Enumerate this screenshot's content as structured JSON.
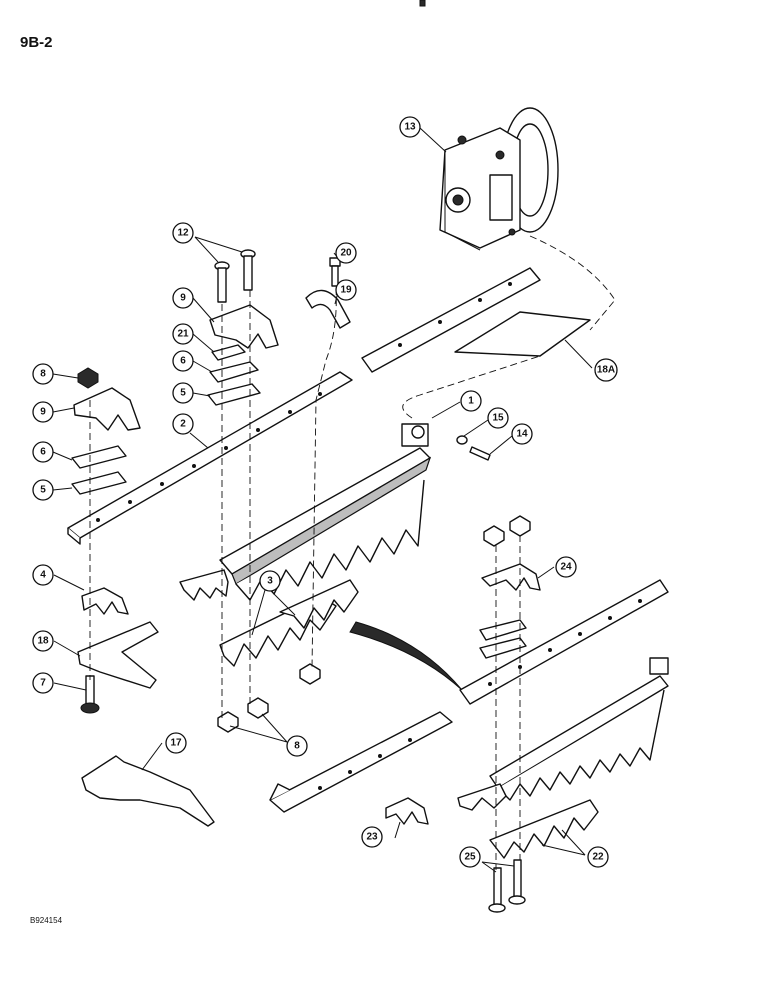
{
  "page_code": "9B-2",
  "figure_code": "B924154",
  "callouts": [
    "1",
    "2",
    "3",
    "4",
    "5",
    "5",
    "6",
    "6",
    "7",
    "8",
    "8",
    "9",
    "9",
    "12",
    "13",
    "14",
    "15",
    "17",
    "18",
    "18A",
    "19",
    "20",
    "21",
    "22",
    "23",
    "24",
    "25"
  ]
}
